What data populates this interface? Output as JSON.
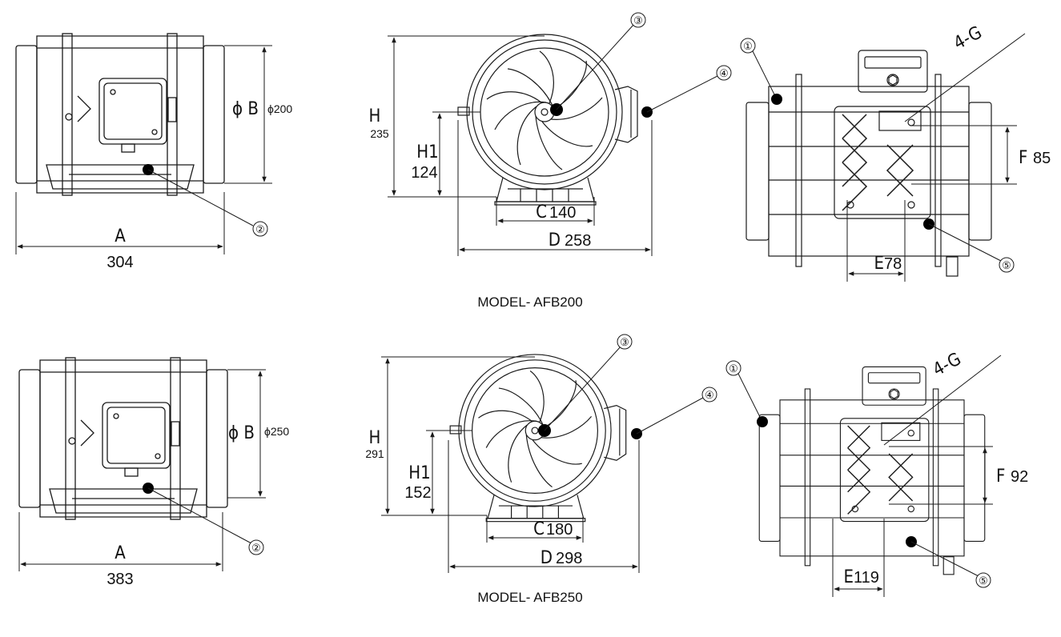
{
  "colors": {
    "ink": "#1a1a1a",
    "paper": "#ffffff",
    "marker": "#000000"
  },
  "models": [
    {
      "caption": "MODEL- AFB200",
      "side_view": {
        "A_label": "A",
        "A_value": "304",
        "B_label": "ϕ B",
        "B_value": "ϕ200",
        "callout2": "②"
      },
      "front_view": {
        "H_label": "H",
        "H_value": "235",
        "H1_label": "H1",
        "H1_value": "124",
        "C_label": "C",
        "C_value": "140",
        "D_label": "D",
        "D_value": "258",
        "callout3": "③",
        "callout4": "④"
      },
      "bottom_view": {
        "callout1": "①",
        "G_label": "4-G",
        "F_label": "F",
        "F_value": "85",
        "E_label": "E",
        "E_value": "78",
        "callout5": "⑤"
      }
    },
    {
      "caption": "MODEL- AFB250",
      "side_view": {
        "A_label": "A",
        "A_value": "383",
        "B_label": "ϕ B",
        "B_value": "ϕ250",
        "callout2": "②"
      },
      "front_view": {
        "H_label": "H",
        "H_value": "291",
        "H1_label": "H1",
        "H1_value": "152",
        "C_label": "C",
        "C_value": "180",
        "D_label": "D",
        "D_value": "298",
        "callout3": "③",
        "callout4": "④"
      },
      "bottom_view": {
        "callout1": "①",
        "G_label": "4-G",
        "F_label": "F",
        "F_value": "92",
        "E_label": "E",
        "E_value": "119",
        "callout5": "⑤"
      }
    }
  ]
}
